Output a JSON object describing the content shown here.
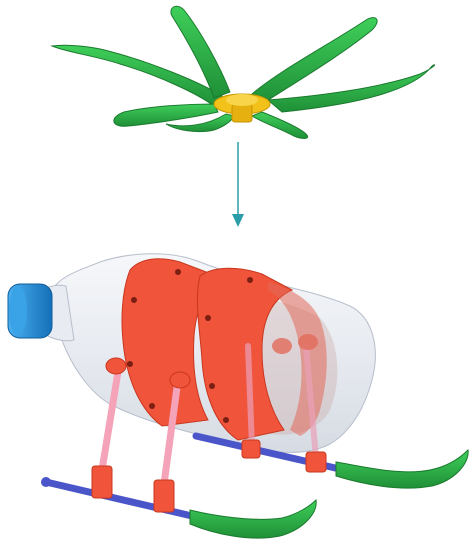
{
  "diagram": {
    "parts": [
      {
        "name": "rotor-blades",
        "icon": "propeller-icon"
      },
      {
        "name": "bottle-body",
        "icon": "bottle-icon"
      },
      {
        "name": "landing-skids",
        "icon": "skid-icon"
      }
    ],
    "arrow": {
      "from": "rotor-blades",
      "to": "bottle-body"
    },
    "colors": {
      "blade": "#2fb84a",
      "blade_dark": "#1f8f37",
      "hub": "#f2c21b",
      "arrow": "#2a9da8",
      "cap": "#1f8fd6",
      "band": "#f0543a",
      "strut": "#f4a3b9",
      "rod": "#4a55c9",
      "bottle": "#dfe3ea"
    }
  }
}
